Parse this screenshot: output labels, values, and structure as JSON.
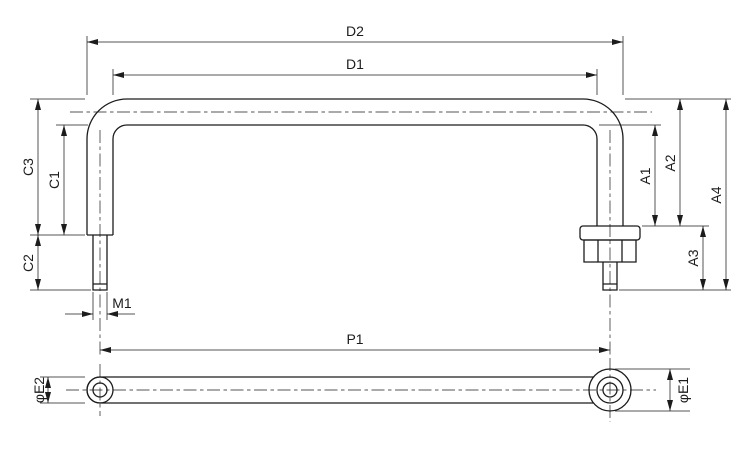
{
  "drawing": {
    "background": "#ffffff",
    "line_color": "#1c1c1c",
    "dimensions": {
      "d2": "D2",
      "d1": "D1",
      "c3": "C3",
      "c1": "C1",
      "c2": "C2",
      "m1": "M1",
      "p1": "P1",
      "a1": "A1",
      "a2": "A2",
      "a3": "A3",
      "a4": "A4",
      "e2": "φE2",
      "e1": "φE1"
    }
  }
}
